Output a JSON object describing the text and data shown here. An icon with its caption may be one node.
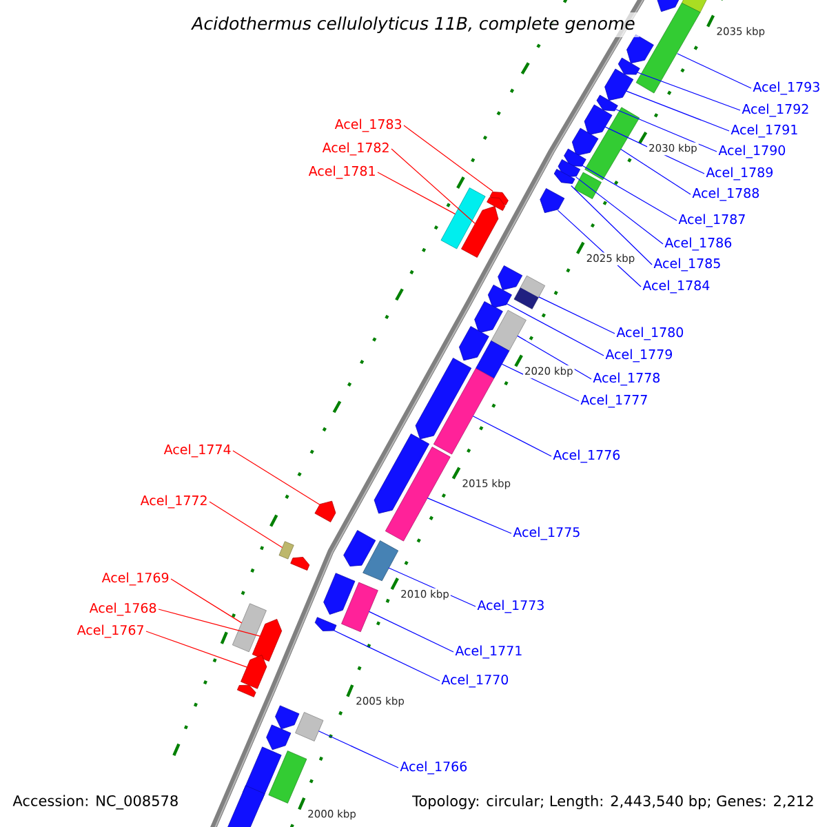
{
  "diagram": {
    "title": "Acidothermus cellulolyticus 11B, complete genome",
    "nodes": [
      {
        "text": [
          "Acel_1793"
        ]
      },
      {
        "text": [
          "Acel_1792"
        ]
      },
      {
        "text": [
          "Acel_1783"
        ]
      },
      {
        "text": [
          "Acel_1791"
        ]
      },
      {
        "text": [
          "Acel_1782"
        ]
      },
      {
        "text": [
          "Acel_1790"
        ]
      },
      {
        "text": [
          "Acel_1781"
        ]
      },
      {
        "text": [
          "Acel_1789"
        ]
      },
      {
        "text": [
          "Acel_1788"
        ]
      },
      {
        "text": [
          "Acel_1787"
        ]
      },
      {
        "text": [
          "Acel_1786"
        ]
      },
      {
        "text": [
          "Acel_1785"
        ]
      },
      {
        "text": [
          "Acel_1784"
        ]
      },
      {
        "text": [
          "Acel_1780"
        ]
      },
      {
        "text": [
          "Acel_1779"
        ]
      },
      {
        "text": [
          "Acel_1778"
        ]
      },
      {
        "text": [
          "Acel_1777"
        ]
      },
      {
        "text": [
          "Acel_1774"
        ]
      },
      {
        "text": [
          "Acel_1776"
        ]
      },
      {
        "text": [
          "Acel_1772"
        ]
      },
      {
        "text": [
          "Acel_1775"
        ]
      },
      {
        "text": [
          "Acel_1769"
        ]
      },
      {
        "text": [
          "Acel_1773"
        ]
      },
      {
        "text": [
          "Acel_1768"
        ]
      },
      {
        "text": [
          "Acel_1767"
        ]
      },
      {
        "text": [
          "Acel_1771"
        ]
      },
      {
        "text": [
          "Acel_1770"
        ]
      },
      {
        "text": [
          "Acel_1766"
        ]
      },
      {
        "text": [],
        "shape": "pentagon"
      },
      {
        "text": [],
        "shape": "box"
      },
      {
        "text": [],
        "shape": "box"
      },
      {
        "text": [],
        "shape": "pentagon"
      },
      {
        "text": [],
        "shape": "pentagon"
      },
      {
        "text": [],
        "shape": "pentagon"
      },
      {
        "text": [],
        "shape": "pentagon"
      },
      {
        "text": [],
        "shape": "pentagon"
      },
      {
        "text": [],
        "shape": "box"
      },
      {
        "text": [],
        "shape": "pentagon"
      },
      {
        "text": [],
        "shape": "pentagon"
      },
      {
        "text": [],
        "shape": "pentagon"
      },
      {
        "text": [],
        "shape": "pentagon"
      },
      {
        "text": [],
        "shape": "box"
      },
      {
        "text": [],
        "shape": "box"
      },
      {
        "text": [],
        "shape": "pentagon"
      },
      {
        "text": [],
        "shape": "pentagon"
      },
      {
        "text": [],
        "shape": "pentagon"
      },
      {
        "text": [],
        "shape": "pentagon"
      },
      {
        "text": [],
        "shape": "pentagon"
      },
      {
        "text": [],
        "shape": "box"
      },
      {
        "text": [],
        "shape": "pentagon"
      },
      {
        "text": [],
        "shape": "pentagon"
      },
      {
        "text": [],
        "shape": "box"
      },
      {
        "text": [],
        "shape": "pentagon"
      },
      {
        "text": [],
        "shape": "box"
      },
      {
        "text": [],
        "shape": "pentagon"
      },
      {
        "text": [],
        "shape": "box"
      },
      {
        "text": [],
        "shape": "pentagon"
      },
      {
        "text": [],
        "shape": "box"
      },
      {
        "text": [],
        "shape": "pentagon"
      },
      {
        "text": [],
        "shape": "pentagon"
      },
      {
        "text": [],
        "shape": "box"
      },
      {
        "text": [],
        "shape": "box"
      },
      {
        "text": [],
        "shape": "pentagon"
      },
      {
        "text": [],
        "shape": "pentagon"
      },
      {
        "text": [],
        "shape": "box"
      },
      {
        "text": [],
        "shape": "box"
      },
      {
        "text": [],
        "shape": "pentagon"
      },
      {
        "text": [],
        "shape": "pentagon"
      },
      {
        "text": [],
        "shape": "pentagon"
      },
      {
        "text": [],
        "shape": "pentagon"
      },
      {
        "text": [],
        "shape": "pentagon"
      },
      {
        "text": [],
        "shape": "box"
      },
      {
        "text": [],
        "shape": "pentagon"
      },
      {
        "text": [],
        "shape": "pentagon"
      },
      {
        "text": [],
        "shape": "box"
      },
      {
        "text": [],
        "shape": "pentagon"
      }
    ],
    "edges": [
      {
        "from": 0,
        "to": 30,
        "arrow": "none"
      },
      {
        "from": 1,
        "to": 32,
        "arrow": "none"
      },
      {
        "from": 2,
        "to": 43,
        "arrow": "none",
        "color": "#ff0000"
      },
      {
        "from": 3,
        "to": 33,
        "arrow": "none"
      },
      {
        "from": 4,
        "to": 46,
        "arrow": "none",
        "color": "#ff0000"
      },
      {
        "from": 5,
        "to": 34,
        "arrow": "none"
      },
      {
        "from": 6,
        "to": 42,
        "arrow": "none",
        "color": "#ff0000"
      },
      {
        "from": 7,
        "to": 35,
        "arrow": "none"
      },
      {
        "from": 8,
        "to": 36,
        "arrow": "none"
      },
      {
        "from": 9,
        "to": 38,
        "arrow": "none"
      },
      {
        "from": 10,
        "to": 39,
        "arrow": "none"
      },
      {
        "from": 11,
        "to": 40,
        "arrow": "none"
      },
      {
        "from": 12,
        "to": 44,
        "arrow": "none"
      },
      {
        "from": 13,
        "to": 48,
        "arrow": "none"
      },
      {
        "from": 14,
        "to": 49,
        "arrow": "none"
      },
      {
        "from": 15,
        "to": 51,
        "arrow": "none"
      },
      {
        "from": 16,
        "to": 53,
        "arrow": "none"
      },
      {
        "from": 17,
        "to": 58,
        "arrow": "none",
        "color": "#ff0000"
      },
      {
        "from": 18,
        "to": 55,
        "arrow": "none"
      },
      {
        "from": 19,
        "to": 60,
        "arrow": "none",
        "color": "#ff0000"
      },
      {
        "from": 20,
        "to": 57,
        "arrow": "none"
      },
      {
        "from": 21,
        "to": 65,
        "arrow": "none",
        "color": "#ff0000"
      },
      {
        "from": 22,
        "to": 61,
        "arrow": "none"
      },
      {
        "from": 23,
        "to": 66,
        "arrow": "none",
        "color": "#ff0000"
      },
      {
        "from": 24,
        "to": 68,
        "arrow": "none",
        "color": "#ff0000"
      },
      {
        "from": 25,
        "to": 64,
        "arrow": "none"
      },
      {
        "from": 26,
        "to": 67,
        "arrow": "none"
      },
      {
        "from": 27,
        "to": 71,
        "arrow": "none"
      }
    ],
    "labels": [
      "2035 kbp",
      "2030 kbp",
      "2025 kbp",
      "2020 kbp",
      "2015 kbp",
      "2010 kbp",
      "2005 kbp",
      "2000 kbp",
      "Accession: NC_008578",
      "Topology: circular; Length: 2,443,540 bp; Genes: 2,212"
    ]
  }
}
